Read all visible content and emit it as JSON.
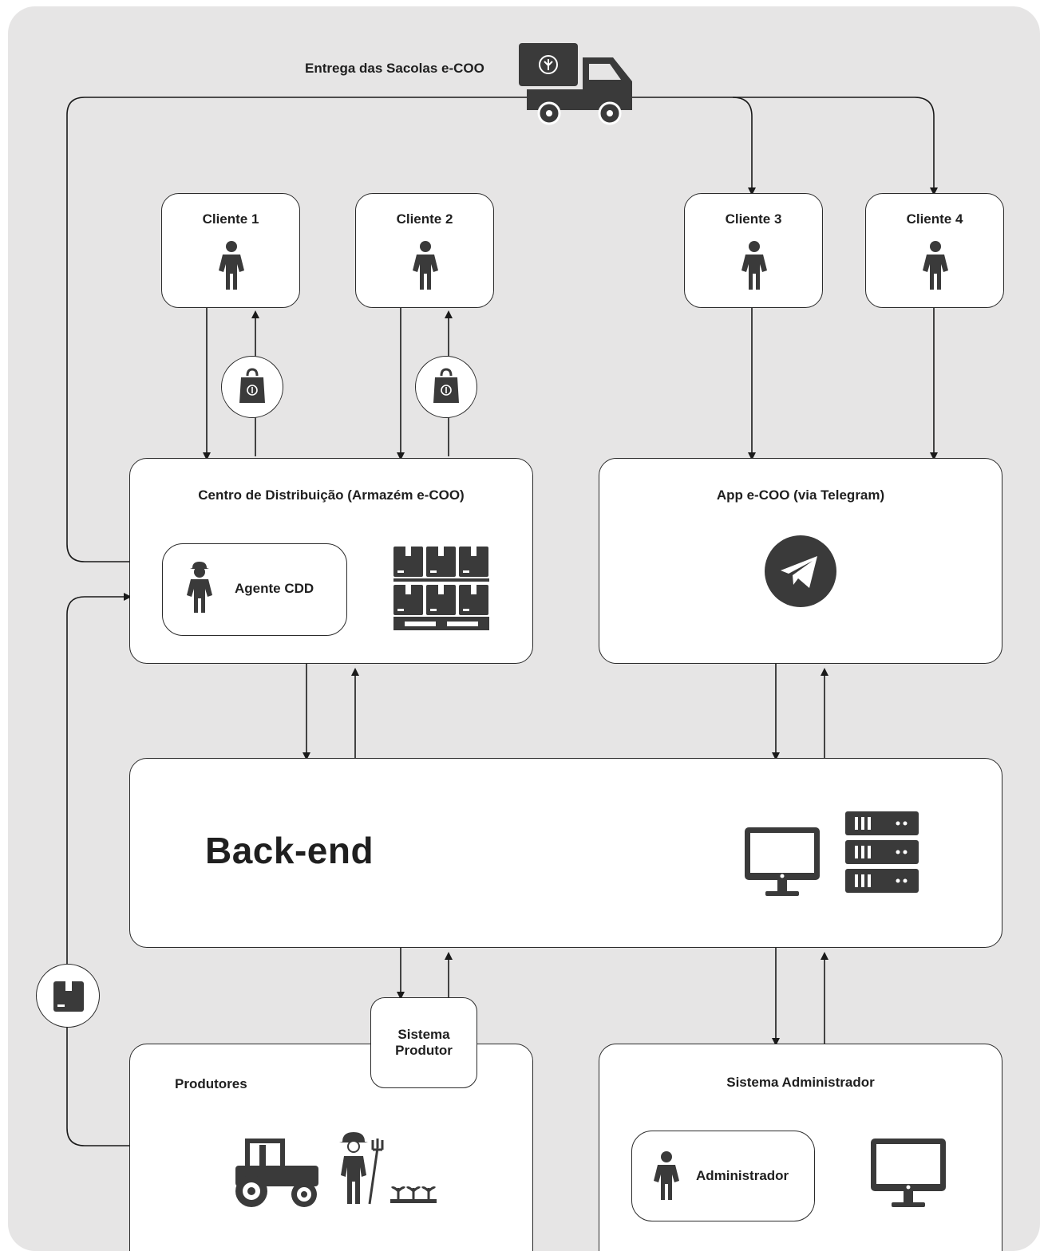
{
  "delivery": {
    "label": "Entrega das Sacolas e-COO",
    "icon": "delivery-truck-icon"
  },
  "clients": [
    {
      "label": "Cliente 1",
      "icon": "person-icon"
    },
    {
      "label": "Cliente 2",
      "icon": "person-icon"
    },
    {
      "label": "Cliente 3",
      "icon": "person-icon"
    },
    {
      "label": "Cliente 4",
      "icon": "person-icon"
    }
  ],
  "distribution_center": {
    "title": "Centro de Distribuição (Armazém e-COO)",
    "agent_label": "Agente CDD",
    "icons": [
      "worker-icon",
      "pallet-boxes-icon"
    ]
  },
  "app": {
    "title": "App e-COO (via Telegram)",
    "icon": "telegram-icon"
  },
  "backend": {
    "title": "Back-end",
    "icons": [
      "monitor-icon",
      "server-rack-icon"
    ]
  },
  "producer_system": {
    "label_line1": "Sistema",
    "label_line2": "Produtor"
  },
  "producers": {
    "title": "Produtores",
    "icons": [
      "tractor-icon",
      "farmer-icon",
      "sprouts-icon"
    ]
  },
  "admin_system": {
    "title": "Sistema Administrador",
    "admin_label": "Administrador",
    "icons": [
      "person-icon",
      "monitor-icon"
    ]
  },
  "badges": [
    "bag-icon",
    "bag-icon",
    "box-icon"
  ],
  "colors": {
    "background": "#e6e5e5",
    "box": "#ffffff",
    "stroke": "#2b2b2b",
    "icon": "#3a3a3a"
  }
}
